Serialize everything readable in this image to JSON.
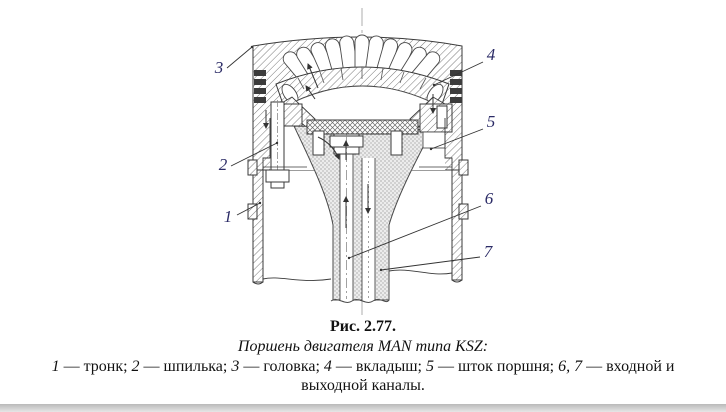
{
  "figure": {
    "label": "Рис. 2.77.",
    "title": "Поршень двигателя MAN типа KSZ:",
    "legend": {
      "items": [
        {
          "num": "1",
          "rest": " — тронк; "
        },
        {
          "num": "2",
          "rest": " — шпилька; "
        },
        {
          "num": "3",
          "rest": " — головка; "
        },
        {
          "num": "4",
          "rest": " — вкладыш; "
        },
        {
          "num": "5",
          "rest": " — шток поршня; "
        },
        {
          "num": "6, 7",
          "rest": " — входной и"
        }
      ],
      "tail": "выходной каналы."
    },
    "callouts": [
      {
        "label": "1"
      },
      {
        "label": "2"
      },
      {
        "label": "3"
      },
      {
        "label": "4"
      },
      {
        "label": "5"
      },
      {
        "label": "6"
      },
      {
        "label": "7"
      }
    ],
    "colors": {
      "callout": "#2b2b66",
      "line": "#3a3a3a",
      "page_strip": "#c6c6c6"
    }
  }
}
